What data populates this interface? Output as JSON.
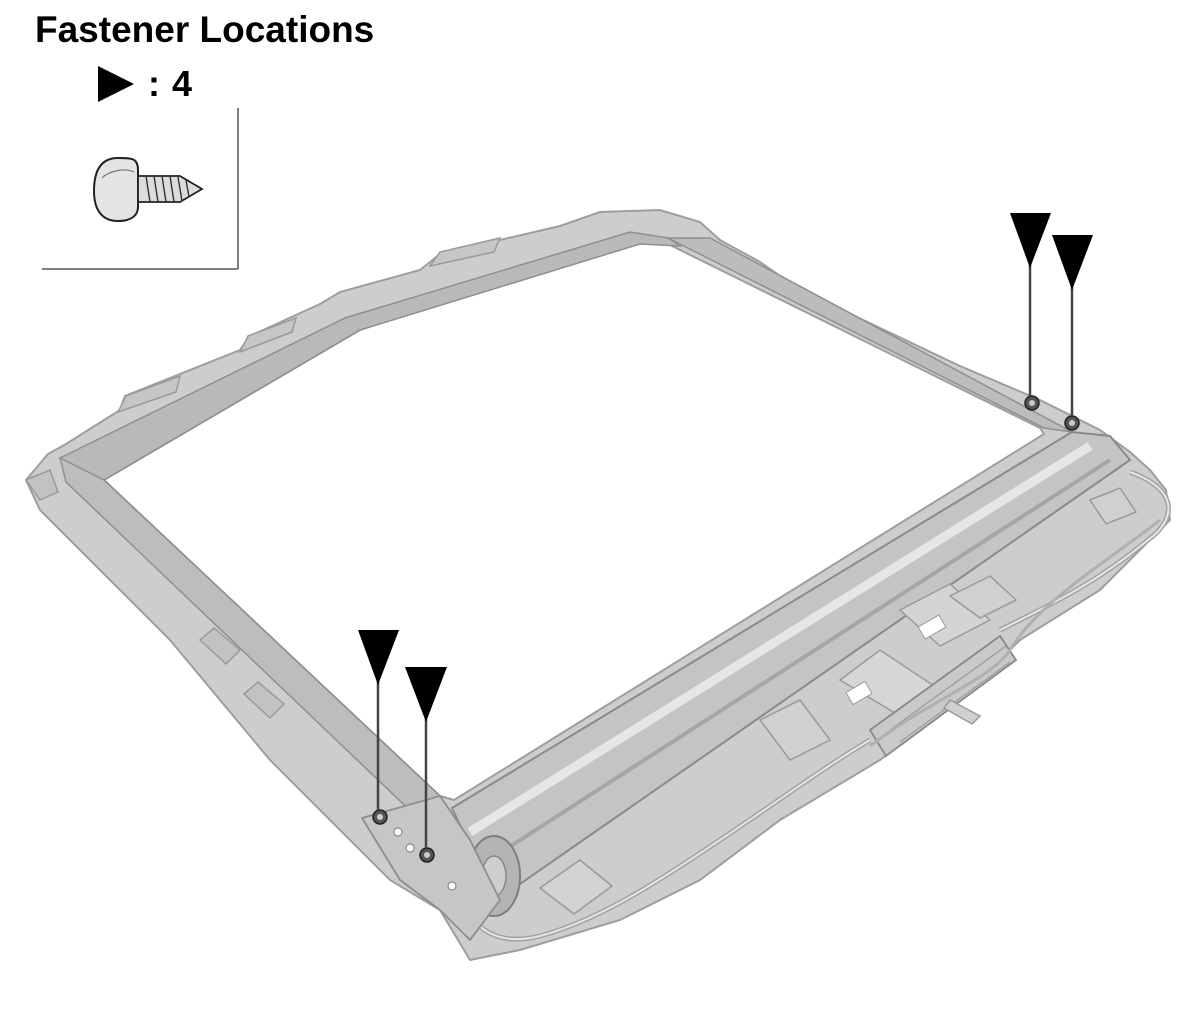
{
  "title": "Fastener Locations",
  "legend": {
    "marker_icon": "triangle-right-icon",
    "separator": ":",
    "count": "4",
    "fastener_icon": "screw-icon"
  },
  "diagram": {
    "subject": "sunroof-frame-assembly",
    "callout_icon": "triangle-down-icon",
    "frame_color": "#c8c8c8",
    "frame_edge_color": "#9a9a9a",
    "callout_color": "#000000"
  }
}
